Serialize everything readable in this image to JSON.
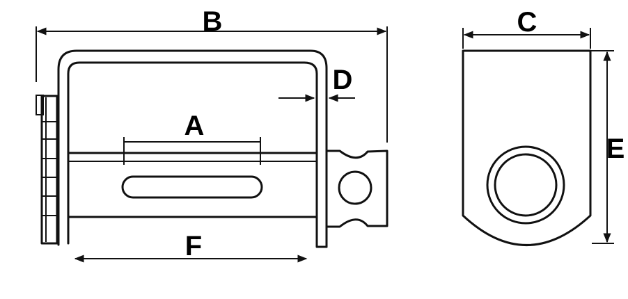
{
  "labels": {
    "a": "A",
    "b": "B",
    "c": "C",
    "d": "D",
    "e": "E",
    "f": "F"
  },
  "colors": {
    "stroke": "#111111",
    "background": "#ffffff"
  }
}
